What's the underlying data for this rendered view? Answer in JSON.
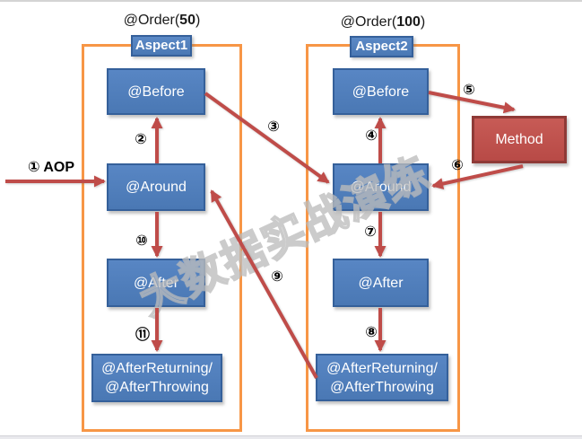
{
  "order_annotations": [
    {
      "prefix": "@Order(",
      "number": "50",
      "suffix": ")"
    },
    {
      "prefix": "@Order(",
      "number": "100",
      "suffix": ")"
    }
  ],
  "aspects": [
    {
      "tab": "Aspect1",
      "before": "@Before",
      "around": "@Around",
      "after": "@After",
      "after_ret_line1": "@AfterReturning/",
      "after_ret_line2": "@AfterThrowing"
    },
    {
      "tab": "Aspect2",
      "before": "@Before",
      "around": "@Around",
      "after": "@After",
      "after_ret_line1": "@AfterReturning/",
      "after_ret_line2": "@AfterThrowing"
    }
  ],
  "method_label": "Method",
  "steps": {
    "s1": "① AOP",
    "s2": "②",
    "s3": "③",
    "s4": "④",
    "s5": "⑤",
    "s6": "⑥",
    "s7": "⑦",
    "s8": "⑧",
    "s9": "⑨",
    "s10": "⑩",
    "s11": "⑪"
  },
  "watermark": "大数据实战演练",
  "colors": {
    "node_blue": "#4f81bd",
    "node_border_blue": "#35609a",
    "container_orange": "#f79646",
    "arrow_red": "#bf4c49",
    "method_red": "#c0504d",
    "method_border": "#8f3a37"
  }
}
